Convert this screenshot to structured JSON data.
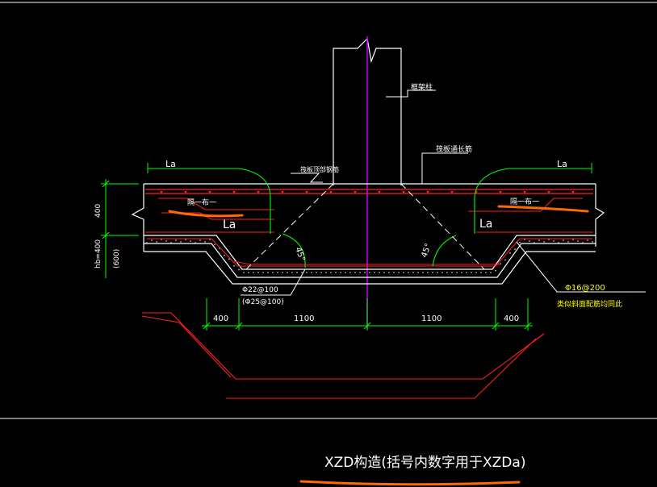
{
  "labels": {
    "frame_column": "框架柱",
    "top_rebar_left": "筏板顶部钢筋",
    "top_rebar_right": "筏板通长筋",
    "la_top_left": "La",
    "la_top_right": "La",
    "la_mid_left": "La",
    "la_mid_right": "La",
    "one_by_one_left": "隔一布一",
    "one_by_one_right": "隔一布一",
    "angle_left": "45°",
    "angle_right": "45°",
    "bottom_bar": "Φ22@100",
    "bottom_bar_alt": "(Φ25@100)",
    "side_bar": "Φ16@200",
    "side_bar_note": "类似斜面配筋均同此",
    "dim_400_vertical": "400",
    "dim_hb": "hb=400",
    "dim_hb_alt": "(600)",
    "caption": "XZD构造(括号内数字用于XZDa)"
  },
  "dimensions": {
    "d1": "400",
    "d2": "1100",
    "d3": "1100",
    "d4": "400"
  },
  "colors": {
    "background": "#000000",
    "lines": "#ffffff",
    "rebar": "#ff2020",
    "anchor": "#00ff00",
    "axis": "#c000ff",
    "dimension": "#00ff00",
    "note": "#ffff00",
    "highlight": "#ff6a00",
    "dim_text": "#ffffff"
  }
}
